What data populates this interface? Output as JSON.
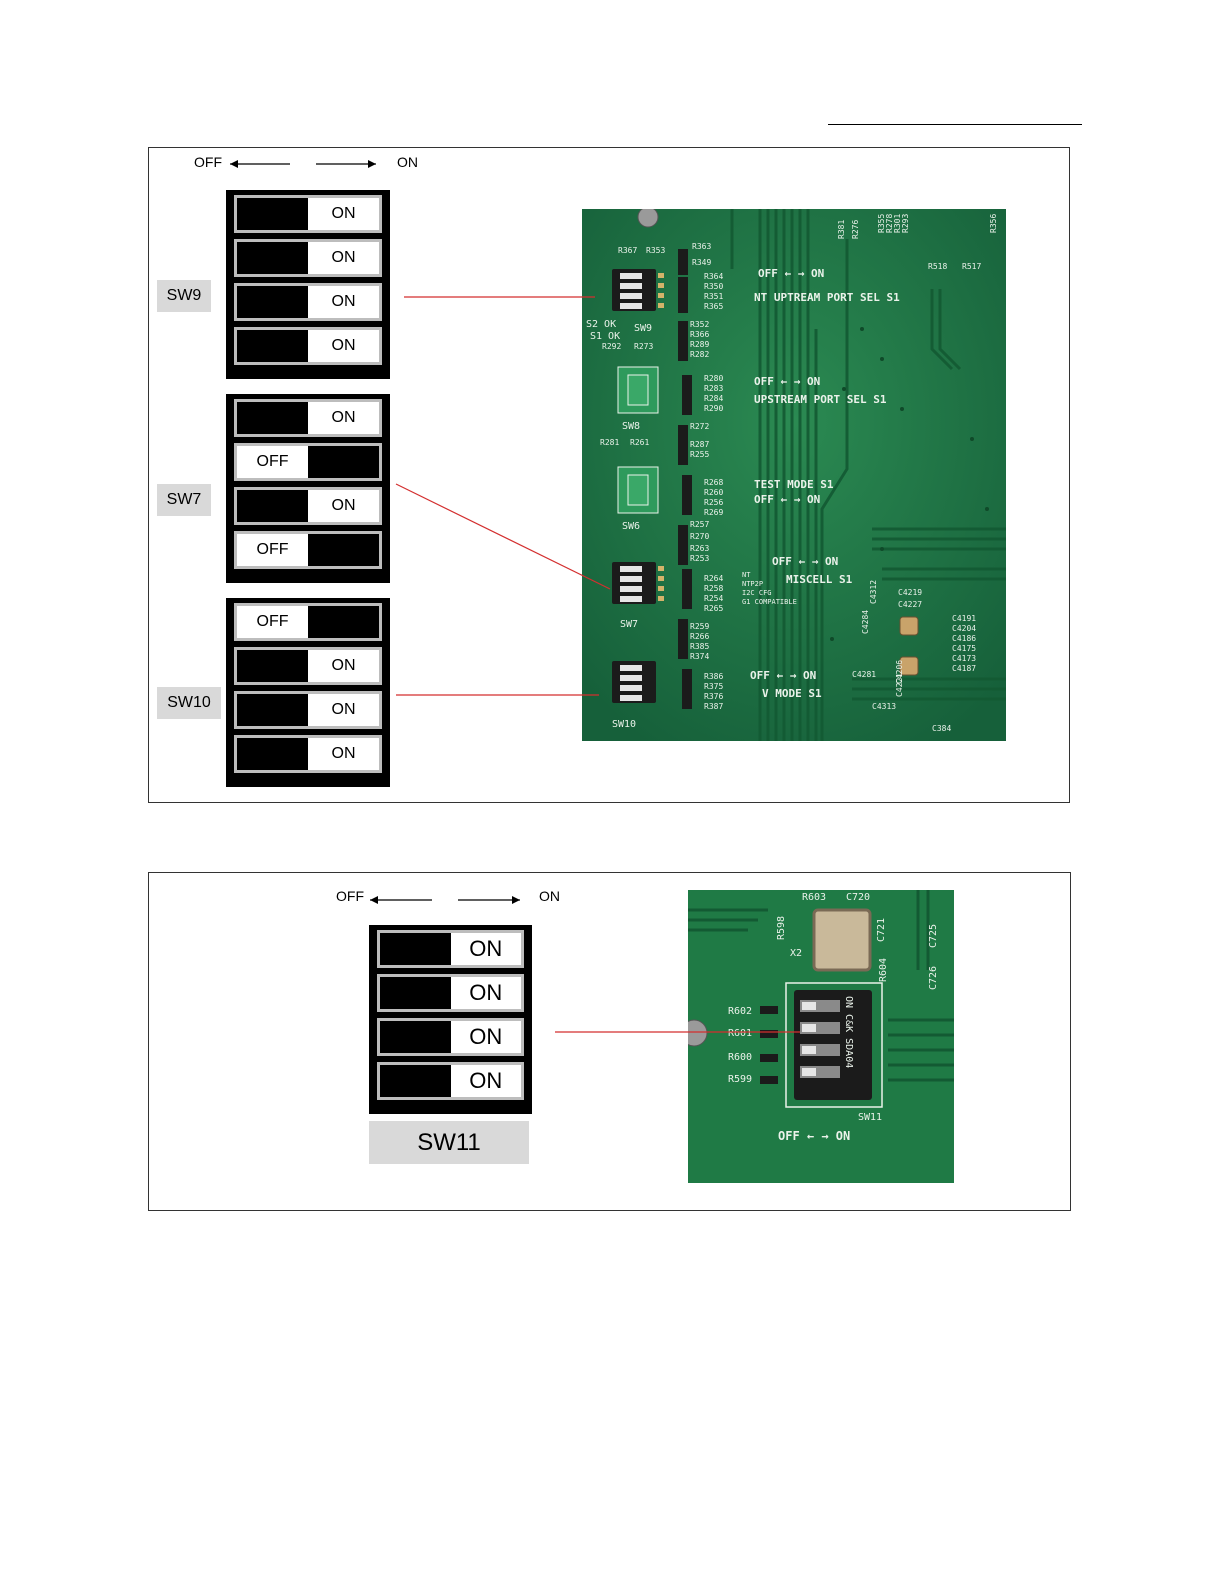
{
  "legend": {
    "off_label": "OFF",
    "on_label": "ON"
  },
  "figure1": {
    "switches": [
      {
        "tag": "SW9",
        "positions": [
          "ON",
          "ON",
          "ON",
          "ON"
        ]
      },
      {
        "tag": "SW7",
        "positions": [
          "ON",
          "OFF",
          "ON",
          "OFF"
        ]
      },
      {
        "tag": "SW10",
        "positions": [
          "OFF",
          "ON",
          "ON",
          "ON"
        ]
      }
    ],
    "board_labels": {
      "sw9": "SW9",
      "sw8": "SW8",
      "sw6": "SW6",
      "sw7": "SW7",
      "sw10": "SW10",
      "ntup": "NT UPTREAM PORT SEL S1",
      "upstream": "UPSTREAM PORT SEL S1",
      "testmode": "TEST MODE S1",
      "miscell": "MISCELL S1",
      "vmode": "V MODE S1",
      "offon": "OFF ← → ON",
      "s2ok": "S2 OK",
      "s1ok": "S1 OK",
      "nt": "NT",
      "ntp2p": "NTP2P",
      "i2c": "I2C CFG",
      "g1": "G1 COMPATIBLE",
      "refs": [
        "R367",
        "R353",
        "R363",
        "R349",
        "R364",
        "R350",
        "R351",
        "R365",
        "R352",
        "R366",
        "R289",
        "R282",
        "R292",
        "R273",
        "R280",
        "R283",
        "R284",
        "R290",
        "R272",
        "R281",
        "R261",
        "R287",
        "R255",
        "R268",
        "R260",
        "R256",
        "R269",
        "R257",
        "R270",
        "R263",
        "R253",
        "R264",
        "R258",
        "R254",
        "R265",
        "R259",
        "R266",
        "R385",
        "R374",
        "R386",
        "R375",
        "R376",
        "R387",
        "R381",
        "R276",
        "R355",
        "R278",
        "R301",
        "R293",
        "R518",
        "R517",
        "R356",
        "C4312",
        "C4219",
        "C4227",
        "C4284",
        "C4191",
        "C4204",
        "C4186",
        "C4175",
        "C4173",
        "C4187",
        "C4281",
        "C4313",
        "C4206",
        "C4221",
        "C384"
      ]
    }
  },
  "figure2": {
    "switches": [
      {
        "tag": "SW11",
        "positions": [
          "ON",
          "ON",
          "ON",
          "ON"
        ]
      }
    ],
    "board_labels": {
      "refs": [
        "R603",
        "C720",
        "R598",
        "X2",
        "C721",
        "C725",
        "R604",
        "C726",
        "R602",
        "R601",
        "R600",
        "R599"
      ],
      "sw11": "SW11",
      "offon": "OFF ← → ON",
      "chip_text": "ON C&K SDA04"
    }
  },
  "colors": {
    "leader_line": "#d32f2f",
    "pcb_green": "#1f7a45",
    "tag_gray": "#d9d9d9",
    "row_border": "#bdbdbd"
  }
}
